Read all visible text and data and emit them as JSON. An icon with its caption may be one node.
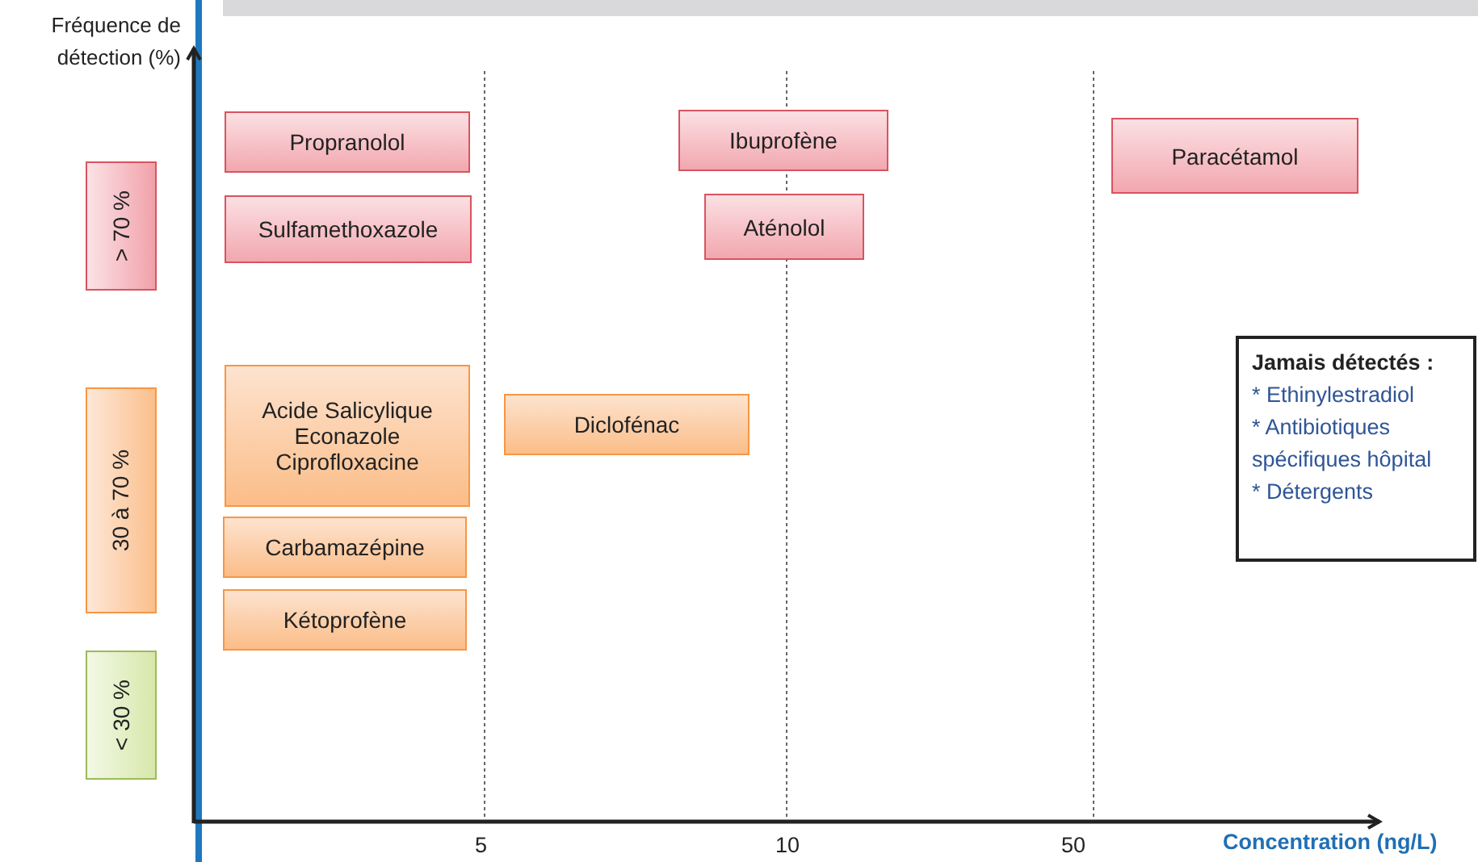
{
  "diagram": {
    "nodes": [
      {
        "text": [
          "> 70 %"
        ]
      },
      {
        "text": [
          "30 à 70 %"
        ]
      },
      {
        "text": [
          "< 30 %"
        ]
      },
      {
        "text": [
          "Propranolol"
        ]
      },
      {
        "text": [
          "Sulfamethoxazole"
        ]
      },
      {
        "text": [
          "Acide Salicylique",
          "Econazole",
          "Ciprofloxacine"
        ]
      },
      {
        "text": [
          "Carbamazépine"
        ]
      },
      {
        "text": [
          "Kétoprofène"
        ]
      },
      {
        "text": [
          "Diclofénac"
        ]
      },
      {
        "text": [
          "Ibuprofène"
        ]
      },
      {
        "text": [
          "Aténolol"
        ]
      },
      {
        "text": [
          "Paracétamol"
        ]
      },
      {
        "text": [
          "Jamais détectés :",
          "* Ethinylestradiol",
          "* Antibiotiques spécifiques hôpital",
          "* Détergents"
        ]
      }
    ],
    "edges": [],
    "labels": [
      "Fréquence de détection (%)",
      "5",
      "10",
      "50",
      "Concentration (ng/L)"
    ]
  }
}
